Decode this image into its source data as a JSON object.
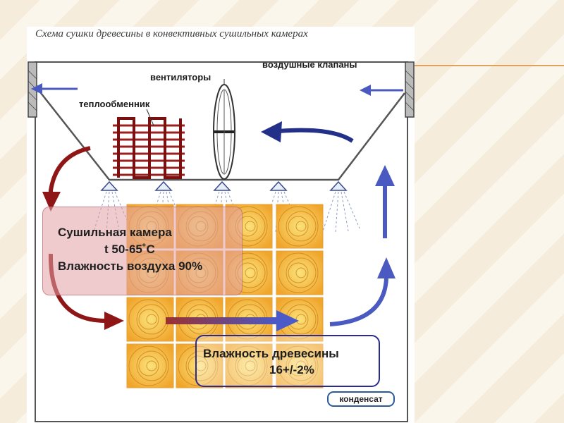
{
  "title": "Схема сушки древесины в конвективных сушильных камерах",
  "labels": {
    "fans": "вентиляторы",
    "air_valves": "воздушные клапаны",
    "heat_exchanger": "теплообменник",
    "condensate": "конденсат"
  },
  "chamber": {
    "name": "Сушильная камера",
    "temperature": "t 50-65˚C",
    "air_humidity": "Влажность воздуха 90%"
  },
  "wood": {
    "humidity_label": "Влажность древесины",
    "humidity_value": "16+/-2%"
  },
  "colors": {
    "wood": "#f2b43a",
    "wood_ring": "#c97a12",
    "hot_air": "#8e1616",
    "cold_air": "#2a3a9a",
    "heater": "#9a2020"
  }
}
